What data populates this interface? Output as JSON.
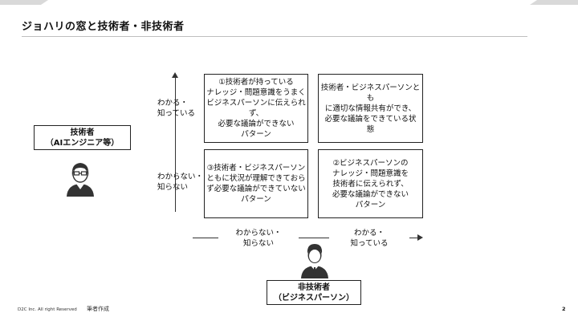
{
  "header": {
    "title": "ジョハリの窓と技術者・非技術者"
  },
  "quadrants": {
    "top_left": "①技術者が持っている\nナレッジ・問題意識をうまく\nビジネスパーソンに伝えられず、\n必要な議論ができない\nパターン",
    "top_right": "技術者・ビジネスパーソンとも\nに適切な情報共有ができ、\n必要な議論をできている状\n態",
    "bottom_left": "③技術者・ビジネスパーソン\nともに状況が理解できておら\nず必要な議論ができていない\nパターン",
    "bottom_right": "②ビジネスパーソンの\nナレッジ・問題意識を\n技術者に伝えられず、\n必要な議論ができない\nパターン"
  },
  "vertical_axis": {
    "top_label": "わかる・\n知っている",
    "bottom_label": "わからない・\n知らない"
  },
  "horizontal_axis": {
    "left_label": "わからない・\n知らない",
    "right_label": "わかる・\n知っている"
  },
  "roles": {
    "engineer": "技術者\n（AIエンジニア等）",
    "non_engineer": "非技術者\n（ビジネスパーソン）"
  },
  "footer": {
    "copyright": "D2C Inc. All right Reserved",
    "source": "筆者作成",
    "page": "2"
  },
  "colors": {
    "corner": "#d9d9d9",
    "line": "#333333"
  }
}
